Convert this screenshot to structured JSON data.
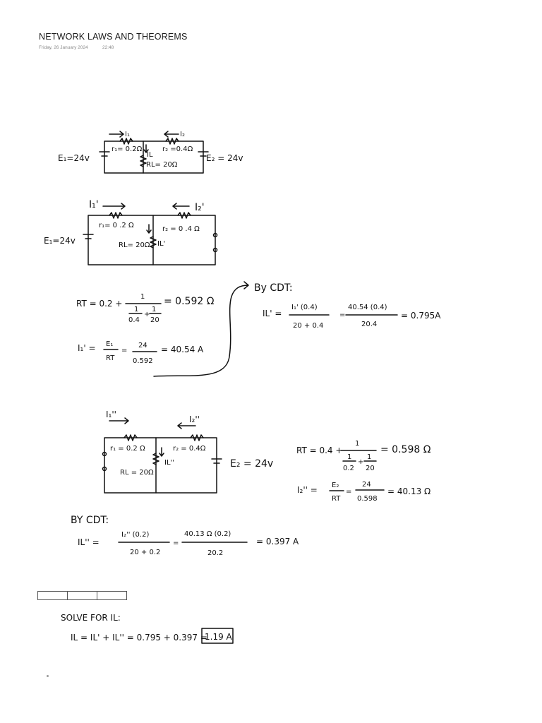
{
  "page": {
    "title": "NETWORK LAWS AND THEOREMS",
    "date": "Friday, 26 January 2024",
    "time": "22:48"
  },
  "circuit1": {
    "E1": "E₁=24v",
    "E2": "E₂ = 24v",
    "I1": "I₁",
    "I2": "I₂",
    "IL": "IL",
    "r1": "r₁= 0.2Ω",
    "r2": "r₂ =0.4Ω",
    "RL": "RL= 20Ω"
  },
  "circuit2": {
    "E1": "E₁=24v",
    "I1p": "I₁'",
    "I2p": "I₂'",
    "r1": "r₁= 0 .2 Ω",
    "r2": "r₂ = 0 .4 Ω",
    "RL": "RL= 20Ω",
    "ILp": "IL'"
  },
  "calc1": {
    "RT_lhs": "RT = 0.2 +",
    "RT_num": "1",
    "RT_d1": "1",
    "RT_d2": "0.4",
    "RT_plus": "+",
    "RT_d3": "1",
    "RT_d4": "20",
    "RT_rhs": "= 0.592 Ω",
    "I1_lhs": "I₁' =",
    "I1_num": "E₁",
    "I1_den": "RT",
    "I1_eq": "=",
    "I1_n2": "24",
    "I1_d2": "0.592",
    "I1_rhs": "= 40.54 A"
  },
  "cdt1": {
    "heading": "By CDT:",
    "lhs": "IL' =",
    "num1": "I₁' (0.4)",
    "den1": "20 + 0.4",
    "eq": "=",
    "num2": "40.54 (0.4)",
    "den2": "20.4",
    "rhs": "= 0.795A"
  },
  "circuit3": {
    "I1pp": "I₁''",
    "I2pp": "I₂''",
    "r1": "r₁ = 0.2 Ω",
    "r2": "r₂ = 0.4Ω",
    "RL": "RL = 20Ω",
    "ILpp": "IL''",
    "E2": "E₂ = 24v"
  },
  "calc2": {
    "RT_lhs": "RT = 0.4 +",
    "RT_num": "1",
    "RT_d1": "1",
    "RT_d2": "0.2",
    "RT_plus": "+",
    "RT_d3": "1",
    "RT_d4": "20",
    "RT_rhs": "= 0.598 Ω",
    "I2_lhs": "I₂'' =",
    "I2_num": "E₂",
    "I2_den": "RT",
    "I2_eq": "=",
    "I2_n2": "24",
    "I2_d2": "0.598",
    "I2_rhs": "= 40.13 Ω"
  },
  "cdt2": {
    "heading": "BY CDT:",
    "lhs": "IL'' =",
    "num1": "I₂'' (0.2)",
    "den1": "20 + 0.2",
    "eq": "=",
    "num2": "40.13 Ω (0.2)",
    "den2": "20.2",
    "rhs": "= 0.397 A"
  },
  "solve": {
    "heading": "SOLVE FOR IL:",
    "expr": "IL = IL' + IL'' = 0.795 + 0.397 =",
    "answer": "1.19 A"
  }
}
